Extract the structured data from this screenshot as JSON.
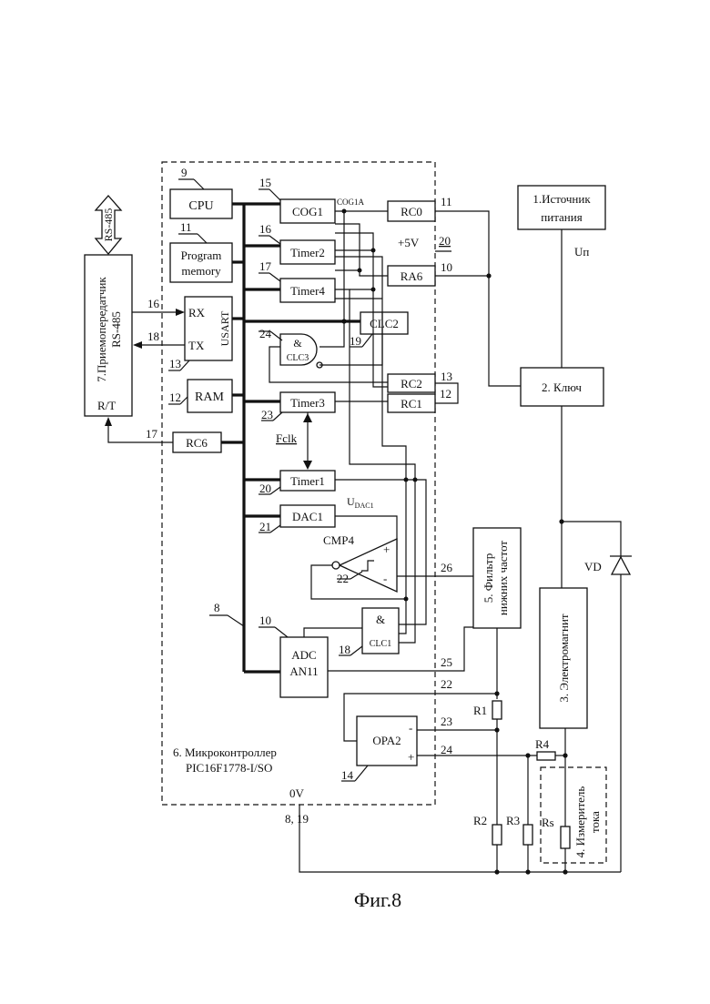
{
  "figure": {
    "caption": "Фиг.8",
    "blocks": {
      "power": [
        "1.Источник",
        "питания"
      ],
      "key": "2. Ключ",
      "magnet": "3. Электромагнит",
      "meter": [
        "4. Измеритель",
        "тока"
      ],
      "filter": [
        "5. Фильтр",
        "нижних частот"
      ],
      "mcu": [
        "6. Микроконтроллер",
        "PIC16F1778-I/SO"
      ],
      "transceiver": [
        "7.Приемопередатчик",
        "RS-485"
      ],
      "bus_label": "RS-485",
      "rt": "R/T"
    },
    "modules": {
      "cpu": "CPU",
      "program_memory": [
        "Program",
        "memory"
      ],
      "usart_rx": "RX",
      "usart_tx": "TX",
      "usart": "USART",
      "ram": "RAM",
      "rc6": "RC6",
      "cog1": "COG1",
      "cog1a": "COG1A",
      "timer2": "Timer2",
      "timer4": "Timer4",
      "timer3": "Timer3",
      "timer1": "Timer1",
      "clc2": "CLC2",
      "clc3": "CLC3",
      "clc1": "CLC1",
      "and": "&",
      "rc0": "RC0",
      "ra6": "RA6",
      "rc2": "RC2",
      "rc1": "RC1",
      "dac1": "DAC1",
      "udac_u": "U",
      "udac_sub": "DAC1",
      "cmp4": "CMP4",
      "adc": "ADC",
      "an11": "AN11",
      "opa2": "OPA2",
      "plus5v": "+5V",
      "fclk": "Fclk",
      "zero_v": "0V",
      "gnd_pins": "8, 19",
      "vd": "VD",
      "r1": "R1",
      "r2": "R2",
      "r3": "R3",
      "r4": "R4",
      "rs": "Rs",
      "un": "Uп",
      "plus": "+",
      "minus": "-"
    },
    "refs": {
      "n9": "9",
      "n11": "11",
      "n13": "13",
      "n12": "12",
      "n15": "15",
      "n16": "16",
      "n17": "17",
      "n24": "24",
      "n19": "19",
      "n23": "23",
      "n20": "20",
      "n21": "21",
      "n22": "22",
      "n8": "8",
      "n10": "10",
      "n18": "18",
      "n14": "14",
      "p11": "11",
      "p10": "10",
      "p20": "20",
      "p13": "13",
      "p12": "12",
      "p26": "26",
      "p25": "25",
      "p22": "22",
      "p23": "23",
      "p24": "24",
      "rx16": "16",
      "tx18": "18",
      "rt17": "17"
    }
  }
}
